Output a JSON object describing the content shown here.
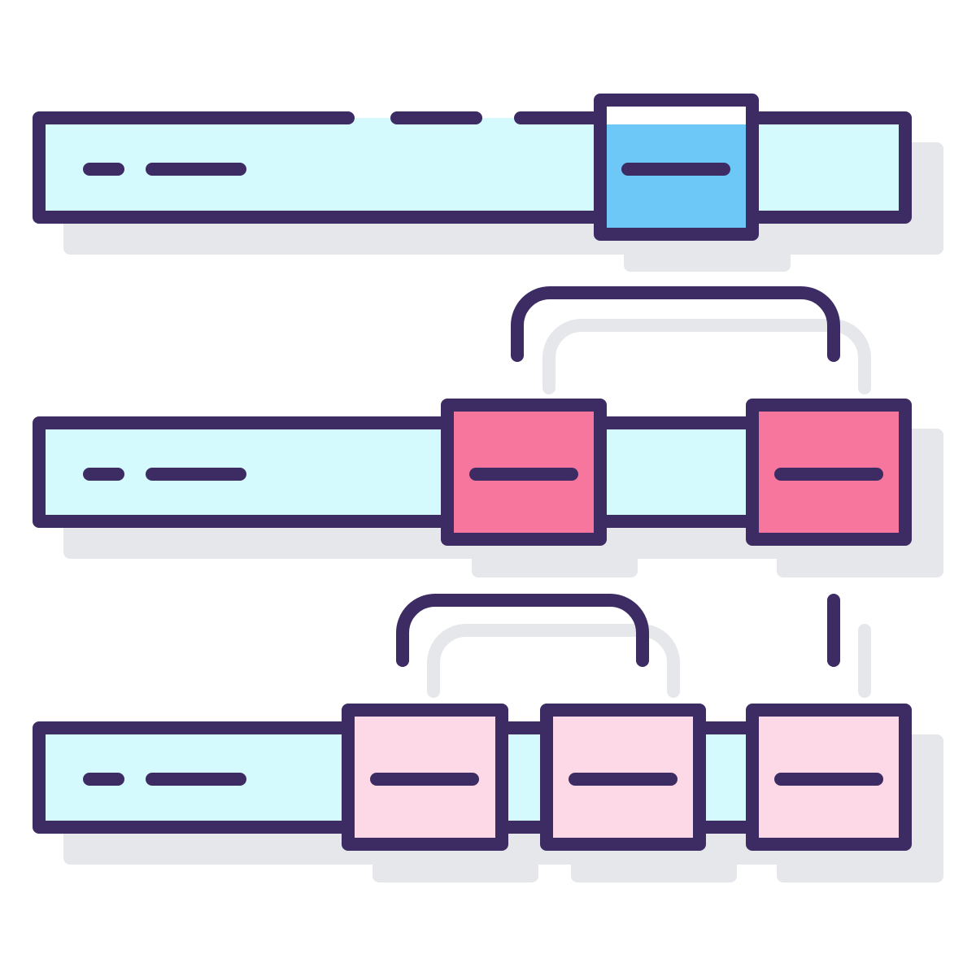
{
  "colors": {
    "stroke": "#3d2c63",
    "shadow": "#e6e7ea",
    "track": "#d4fafd",
    "selected_blue": "#6ec8f7",
    "selected_pink": "#f7769d",
    "light_pink": "#fdd8e6",
    "white": "#ffffff"
  },
  "rows": [
    {
      "selected_boxes": 1,
      "style": "blue"
    },
    {
      "selected_boxes": 2,
      "style": "pink"
    },
    {
      "selected_boxes": 3,
      "style": "light-pink"
    }
  ]
}
